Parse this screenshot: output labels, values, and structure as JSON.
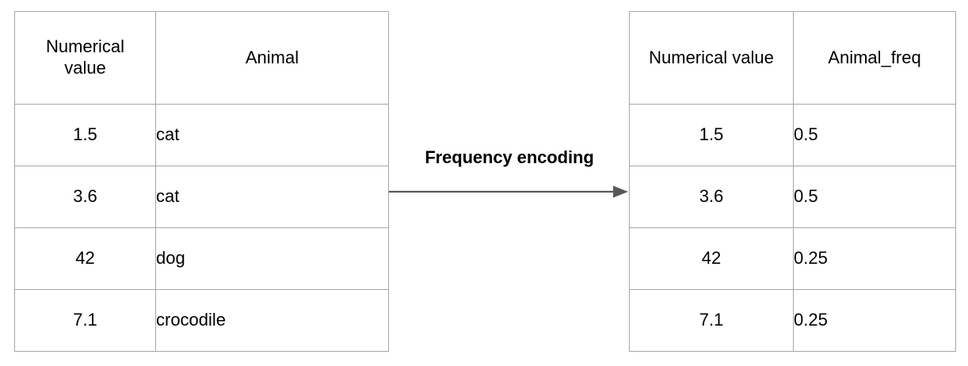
{
  "diagram": {
    "title_label": "Frequency encoding",
    "arrow": {
      "icon": "arrow-right-icon",
      "color": "#595959",
      "direction": "right"
    },
    "border_color": "#a6a6a6",
    "background_color": "#ffffff",
    "text_color": "#000000"
  },
  "source_table": {
    "name": "input-table",
    "headers": [
      "Numerical value",
      "Animal"
    ],
    "rows": [
      {
        "numerical_value": "1.5",
        "animal": "cat"
      },
      {
        "numerical_value": "3.6",
        "animal": "cat"
      },
      {
        "numerical_value": "42",
        "animal": "dog"
      },
      {
        "numerical_value": "7.1",
        "animal": "crocodile"
      }
    ]
  },
  "result_table": {
    "name": "output-table",
    "headers": [
      "Numerical value",
      "Animal_freq"
    ],
    "rows": [
      {
        "numerical_value": "1.5",
        "animal_freq": "0.5"
      },
      {
        "numerical_value": "3.6",
        "animal_freq": "0.5"
      },
      {
        "numerical_value": "42",
        "animal_freq": "0.25"
      },
      {
        "numerical_value": "7.1",
        "animal_freq": "0.25"
      }
    ]
  }
}
